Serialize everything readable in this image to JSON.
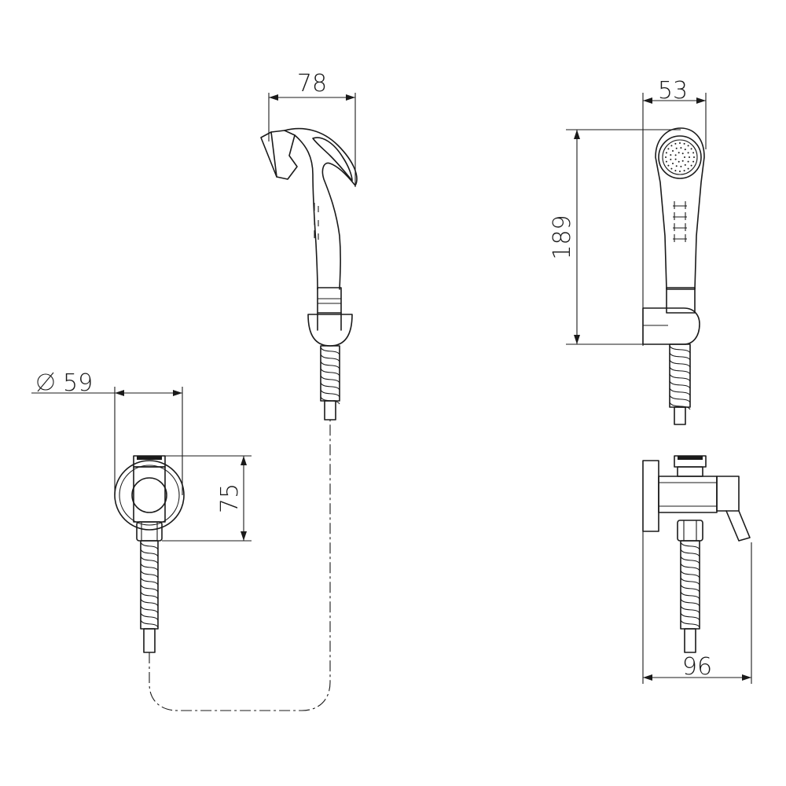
{
  "dimensions": {
    "width_top": "78",
    "width_side_top": "53",
    "height_side": "189",
    "diameter_label": "59",
    "height_valve_front": "75",
    "width_valve_side": "96"
  }
}
